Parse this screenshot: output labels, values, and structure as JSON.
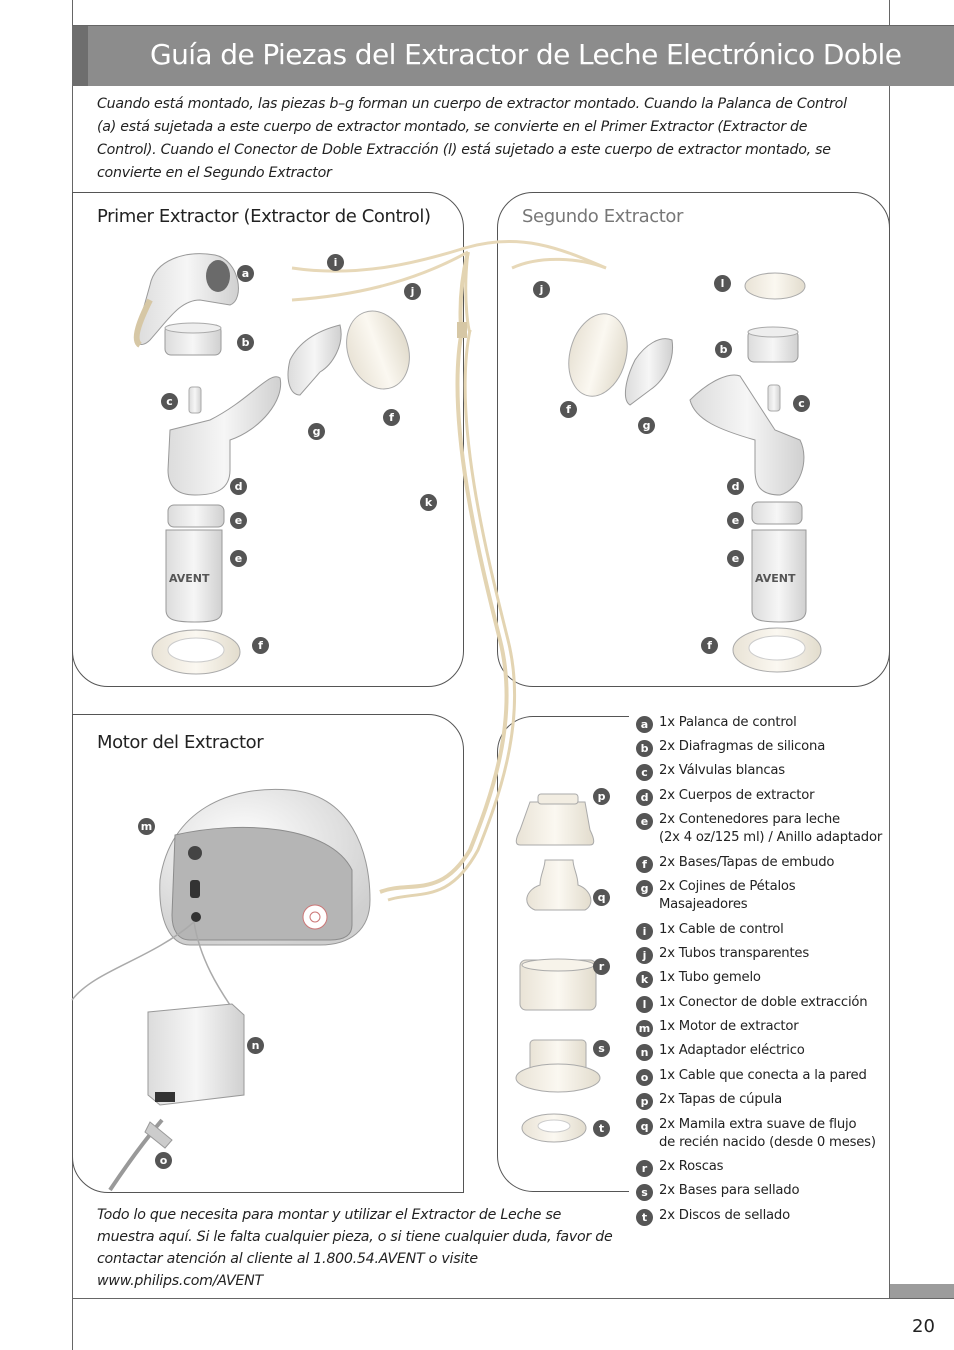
{
  "header": {
    "title": "Guía de Piezas del Extractor de Leche Electrónico Doble"
  },
  "intro": "Cuando está montado, las piezas b–g forman un cuerpo de extractor montado. Cuando la Palanca de Control (a) está sujetada a este cuerpo de extractor montado, se convierte en el Primer Extractor (Extractor de Control). Cuando el Conector de Doble Extracción (l) está sujetado a este cuerpo de extractor montado, se convierte en el Segundo Extractor",
  "panels": {
    "first": "Primer Extractor (Extractor de Control)",
    "second": "Segundo Extractor",
    "motor": "Motor del Extractor"
  },
  "brand_logo": "AVENT",
  "legend": [
    {
      "key": "a",
      "text": "1x Palanca de control"
    },
    {
      "key": "b",
      "text": "2x Diafragmas de silicona"
    },
    {
      "key": "c",
      "text": "2x Válvulas blancas"
    },
    {
      "key": "d",
      "text": "2x Cuerpos de extractor"
    },
    {
      "key": "e",
      "text": "2x Contenedores para leche",
      "text2": "(2x 4 oz/125 ml) / Anillo adaptador"
    },
    {
      "key": "f",
      "text": "2x Bases/Tapas de embudo"
    },
    {
      "key": "g",
      "text": "2x Cojines de Pétalos",
      "text2": "Masajeadores"
    },
    {
      "key": "i",
      "text": "1x Cable de control"
    },
    {
      "key": "j",
      "text": "2x Tubos transparentes"
    },
    {
      "key": "k",
      "text": "1x Tubo gemelo"
    },
    {
      "key": "l",
      "text": "1x Conector de doble extracción"
    },
    {
      "key": "m",
      "text": "1x Motor de extractor"
    },
    {
      "key": "n",
      "text": "1x Adaptador eléctrico"
    },
    {
      "key": "o",
      "text": "1x Cable que conecta a la pared"
    },
    {
      "key": "p",
      "text": "2x Tapas de cúpula"
    },
    {
      "key": "q",
      "text": "2x Mamila extra suave de flujo",
      "text2": "de recién nacido (desde 0 meses)"
    },
    {
      "key": "r",
      "text": "2x Roscas"
    },
    {
      "key": "s",
      "text": "2x Bases para sellado"
    },
    {
      "key": "t",
      "text": "2x Discos de sellado"
    }
  ],
  "footer": "Todo lo que necesita para montar y utilizar el Extractor de Leche se muestra aquí. Si le falta cualquier pieza, o si tiene cualquier duda, favor de contactar atención al cliente al 1.800.54.AVENT o visite www.philips.com/AVENT",
  "page_number": "20",
  "colors": {
    "title_bar": "#8c8c8c",
    "label_dot": "#555555",
    "rule": "#666666"
  }
}
